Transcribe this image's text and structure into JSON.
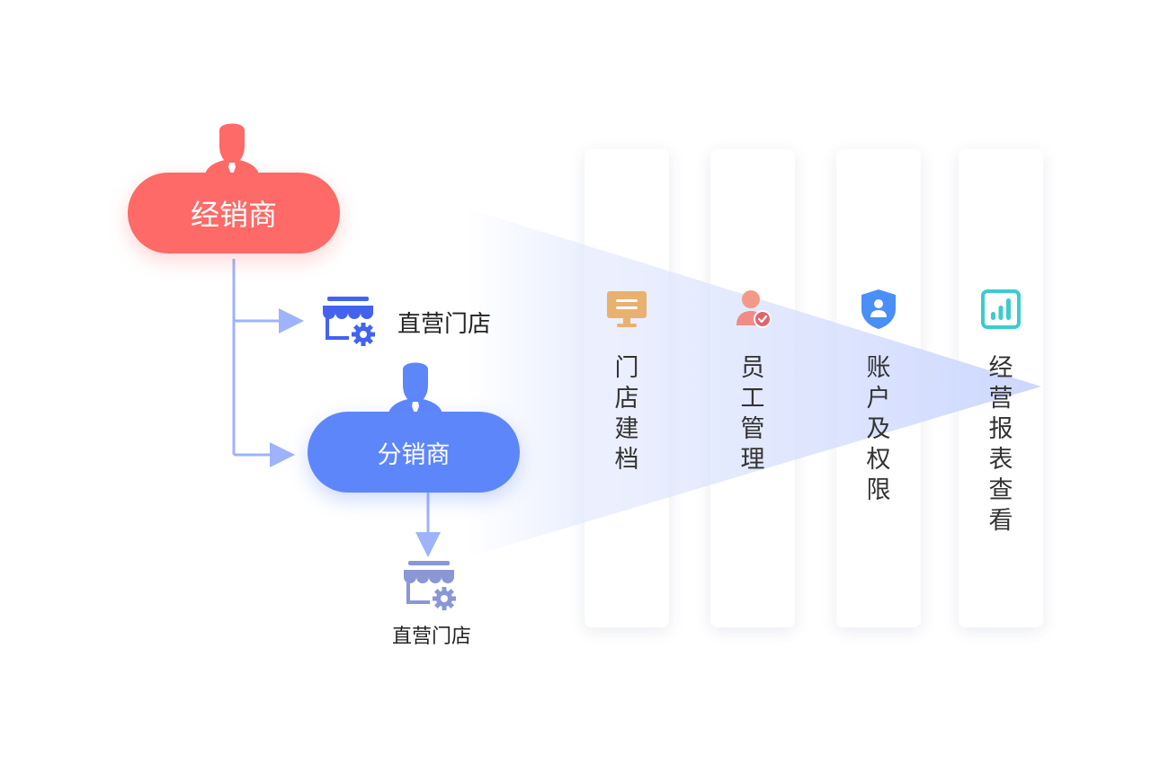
{
  "roles": {
    "distributor": "经销商",
    "sub_distributor": "分销商"
  },
  "stores": {
    "direct_store_top": "直营门店",
    "direct_store_bottom": "直营门店"
  },
  "features": [
    {
      "label": "门店建档",
      "icon": "monitor-icon",
      "color": "#e9b170"
    },
    {
      "label": "员工管理",
      "icon": "user-check-icon",
      "color": "#f08c86"
    },
    {
      "label": "账户及权限",
      "icon": "shield-user-icon",
      "color": "#4a8ef8"
    },
    {
      "label": "经营报表查看",
      "icon": "bar-chart-icon",
      "color": "#3ccbcf"
    }
  ],
  "colors": {
    "distributor": "#fd6a67",
    "sub_distributor": "#5e86fb",
    "connector": "#9fb2fc",
    "store_top": "#4262f0",
    "store_bottom": "#8a97d6",
    "beam": "#cfd9fd"
  }
}
